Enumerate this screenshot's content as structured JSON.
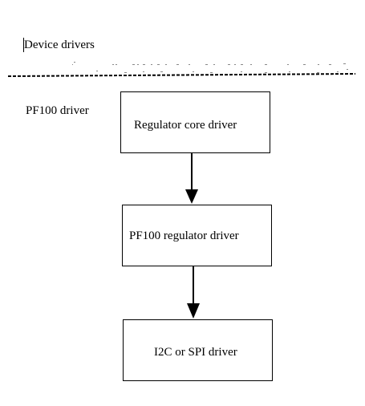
{
  "diagram": {
    "section_label": "Device drivers",
    "group_label": "PF100 driver",
    "boxes": [
      {
        "label": "Regulator core driver"
      },
      {
        "label": "PF100 regulator driver"
      },
      {
        "label": "I2C or SPI driver"
      }
    ],
    "connectors": [
      {
        "from": "Regulator core driver",
        "to": "PF100 regulator driver"
      },
      {
        "from": "PF100 regulator driver",
        "to": "I2C or SPI driver"
      }
    ]
  }
}
